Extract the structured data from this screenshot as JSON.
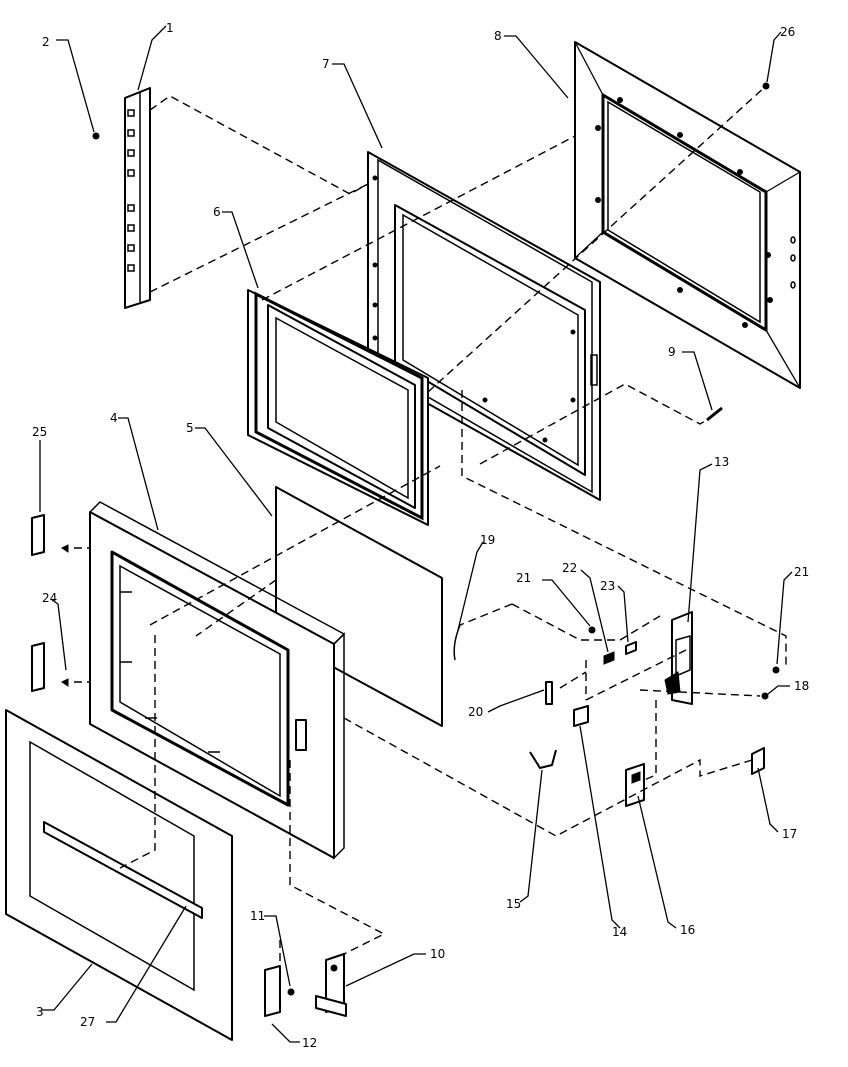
{
  "diagram": {
    "callouts": {
      "c1": "1",
      "c2": "2",
      "c3": "3",
      "c4": "4",
      "c5": "5",
      "c6": "6",
      "c7": "7",
      "c8": "8",
      "c9": "9",
      "c10": "10",
      "c11": "11",
      "c12": "12",
      "c13": "13",
      "c14": "14",
      "c15": "15",
      "c16": "16",
      "c17": "17",
      "c18": "18",
      "c19": "19",
      "c20": "20",
      "c21a": "21",
      "c21b": "21",
      "c22": "22",
      "c23": "23",
      "c24": "24",
      "c25": "25",
      "c26": "26",
      "c27": "27"
    },
    "colors": {
      "ink": "#000000",
      "paper": "#ffffff"
    }
  }
}
